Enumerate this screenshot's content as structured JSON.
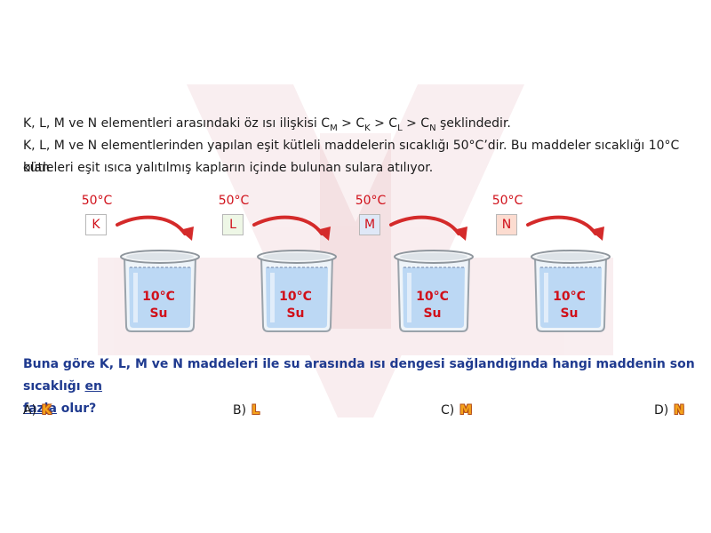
{
  "stem": {
    "line1_prefix": "K, L, M ve N elementleri arasındaki öz ısı ilişkisi C",
    "sub_m": "M",
    "gt1": " > C",
    "sub_k": "K",
    "gt2": " > C",
    "sub_l": "L",
    "gt3": " > C",
    "sub_n": "N",
    "line1_suffix": " şeklindedir.",
    "line2": "K, L, M ve N elementlerinden yapılan eşit kütleli maddelerin sıcaklığı 50°C’dir. Bu maddeler sıcaklığı 10°C olan",
    "line3": "kütleleri eşit ısıca yalıtılmış kapların içinde bulunan sulara atılıyor."
  },
  "setup": [
    {
      "temp": "50°C",
      "label": "K",
      "box_color": "#ffffff",
      "water_temp": "10°C",
      "water_name": "Su"
    },
    {
      "temp": "50°C",
      "label": "L",
      "box_color": "#eef7e6",
      "water_temp": "10°C",
      "water_name": "Su"
    },
    {
      "temp": "50°C",
      "label": "M",
      "box_color": "#dfe8f7",
      "water_temp": "10°C",
      "water_name": "Su"
    },
    {
      "temp": "50°C",
      "label": "N",
      "box_color": "#fcdcd0",
      "water_temp": "10°C",
      "water_name": "Su"
    }
  ],
  "question": {
    "text_main": "Buna göre K, L, M ve N maddeleri ile su arasında ısı dengesi sağlandığında hangi maddenin son sıcaklığı ",
    "underlined_1": "en",
    "underlined_2": "fazla",
    "text_end": " olur?"
  },
  "options": [
    {
      "letter": "A)",
      "value": "K"
    },
    {
      "letter": "B)",
      "value": "L"
    },
    {
      "letter": "C)",
      "value": "M"
    },
    {
      "letter": "D)",
      "value": "N"
    }
  ],
  "colors": {
    "accent_red": "#d0101a",
    "question_blue": "#1f3a8f",
    "option_fill": "#f5a31a",
    "option_outline": "#b5501b",
    "water": "#bcd8f4"
  }
}
